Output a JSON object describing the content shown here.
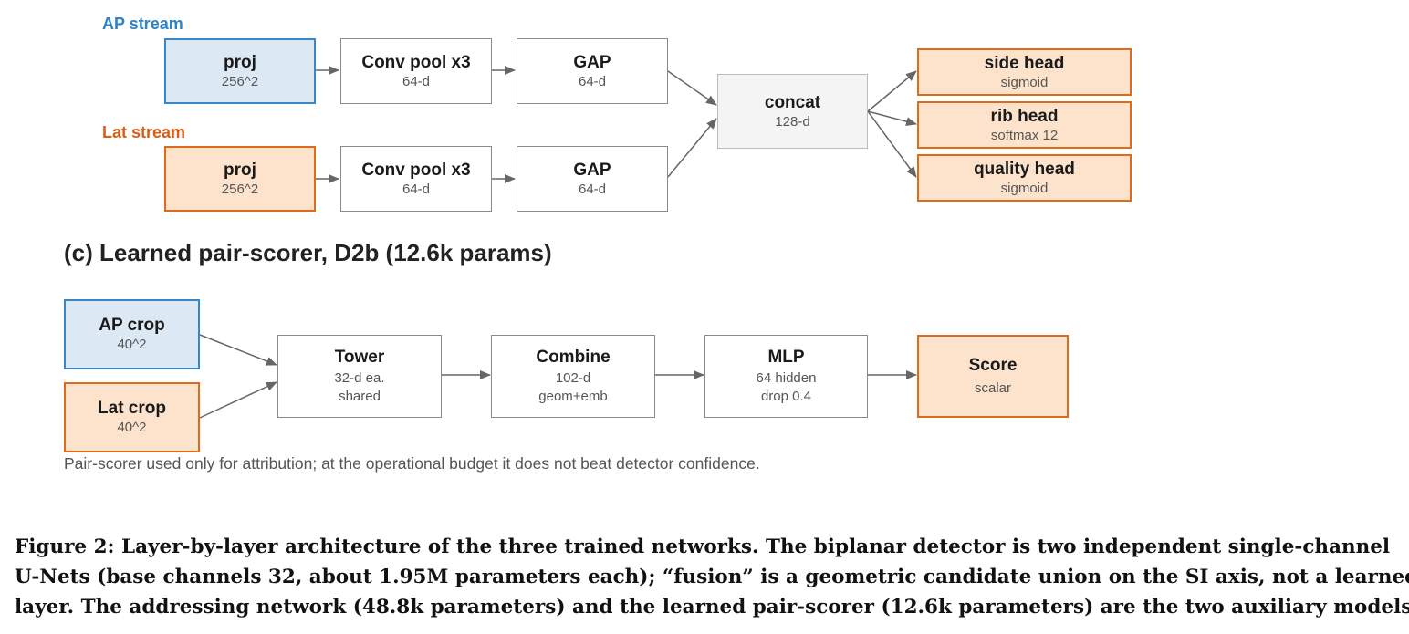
{
  "streams": {
    "ap": {
      "label": "AP stream",
      "nodes": [
        {
          "title": "proj",
          "sub": "256^2"
        },
        {
          "title": "Conv pool x3",
          "sub": "64-d"
        },
        {
          "title": "GAP",
          "sub": "64-d"
        }
      ]
    },
    "lat": {
      "label": "Lat stream",
      "nodes": [
        {
          "title": "proj",
          "sub": "256^2"
        },
        {
          "title": "Conv pool x3",
          "sub": "64-d"
        },
        {
          "title": "GAP",
          "sub": "64-d"
        }
      ]
    }
  },
  "concat": {
    "title": "concat",
    "sub": "128-d"
  },
  "heads": [
    {
      "title": "side head",
      "sub": "sigmoid"
    },
    {
      "title": "rib head",
      "sub": "softmax 12"
    },
    {
      "title": "quality head",
      "sub": "sigmoid"
    }
  ],
  "pair_scorer": {
    "title": "(c) Learned pair-scorer, D2b (12.6k params)",
    "ap_crop": {
      "title": "AP crop",
      "sub": "40^2"
    },
    "lat_crop": {
      "title": "Lat crop",
      "sub": "40^2"
    },
    "tower": {
      "title": "Tower",
      "sub1": "32-d ea.",
      "sub2": "shared"
    },
    "combine": {
      "title": "Combine",
      "sub1": "102-d",
      "sub2": "geom+emb"
    },
    "mlp": {
      "title": "MLP",
      "sub1": "64 hidden",
      "sub2": "drop 0.4"
    },
    "score": {
      "title": "Score",
      "sub": "scalar"
    },
    "note": "Pair-scorer used only for attribution; at the operational budget it does not beat detector confidence."
  },
  "caption": {
    "line1": "Figure 2: Layer-by-layer architecture of the three trained networks. The biplanar detector is two independent single-channel",
    "line2": "U-Nets (base channels 32, about 1.95M parameters each); “fusion” is a geometric candidate union on the SI axis, not a learned",
    "line3": "layer. The addressing network (48.8k parameters) and the learned pair-scorer (12.6k parameters) are the two auxiliary models."
  },
  "colors": {
    "ap": "#3a87c7",
    "lat": "#e06a1c",
    "arrow": "#666666"
  }
}
